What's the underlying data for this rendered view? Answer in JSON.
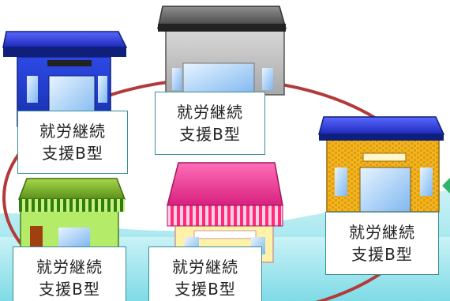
{
  "offices": [
    {
      "line1": "就労継続",
      "line2": "支援B型",
      "color": "blue"
    },
    {
      "line1": "就労継続",
      "line2": "支援B型",
      "color": "gray"
    },
    {
      "line1": "就労継続",
      "line2": "支援B型",
      "color": "yellow"
    },
    {
      "line1": "就労継続",
      "line2": "支援B型",
      "color": "green"
    },
    {
      "line1": "就労継続",
      "line2": "支援B型",
      "color": "pink"
    }
  ],
  "colors": {
    "circle": "#b23a3a",
    "teal_bg": "#9be6ef",
    "box_border": "#3a8d99",
    "arrow": "#2fb56a"
  }
}
